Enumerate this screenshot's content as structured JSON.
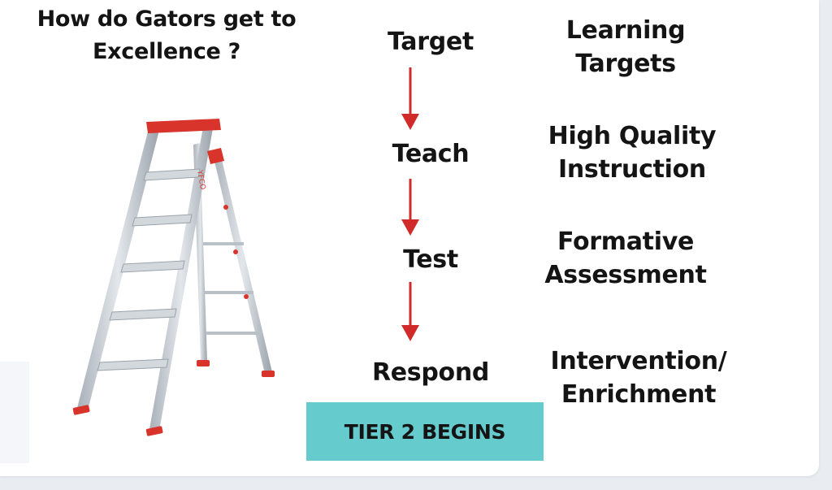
{
  "title": {
    "line1": "How do Gators get to",
    "line2": "Excellence ?"
  },
  "steps": [
    {
      "label": "Target",
      "description": [
        "Learning",
        "Targets"
      ]
    },
    {
      "label": "Teach",
      "description": [
        "High Quality",
        "Instruction"
      ]
    },
    {
      "label": "Test",
      "description": [
        "Formative",
        "Assessment"
      ]
    },
    {
      "label": "Respond",
      "description": [
        "Intervention/",
        "Enrichment"
      ]
    }
  ],
  "tier_box": {
    "label": "TIER 2 BEGINS",
    "color": "#66cbcc"
  },
  "colors": {
    "arrow": "#d12a2a",
    "ladder_accent": "#d9342b",
    "ladder_metal": "#c5cbd1"
  },
  "ladder_brand": "YFCO"
}
